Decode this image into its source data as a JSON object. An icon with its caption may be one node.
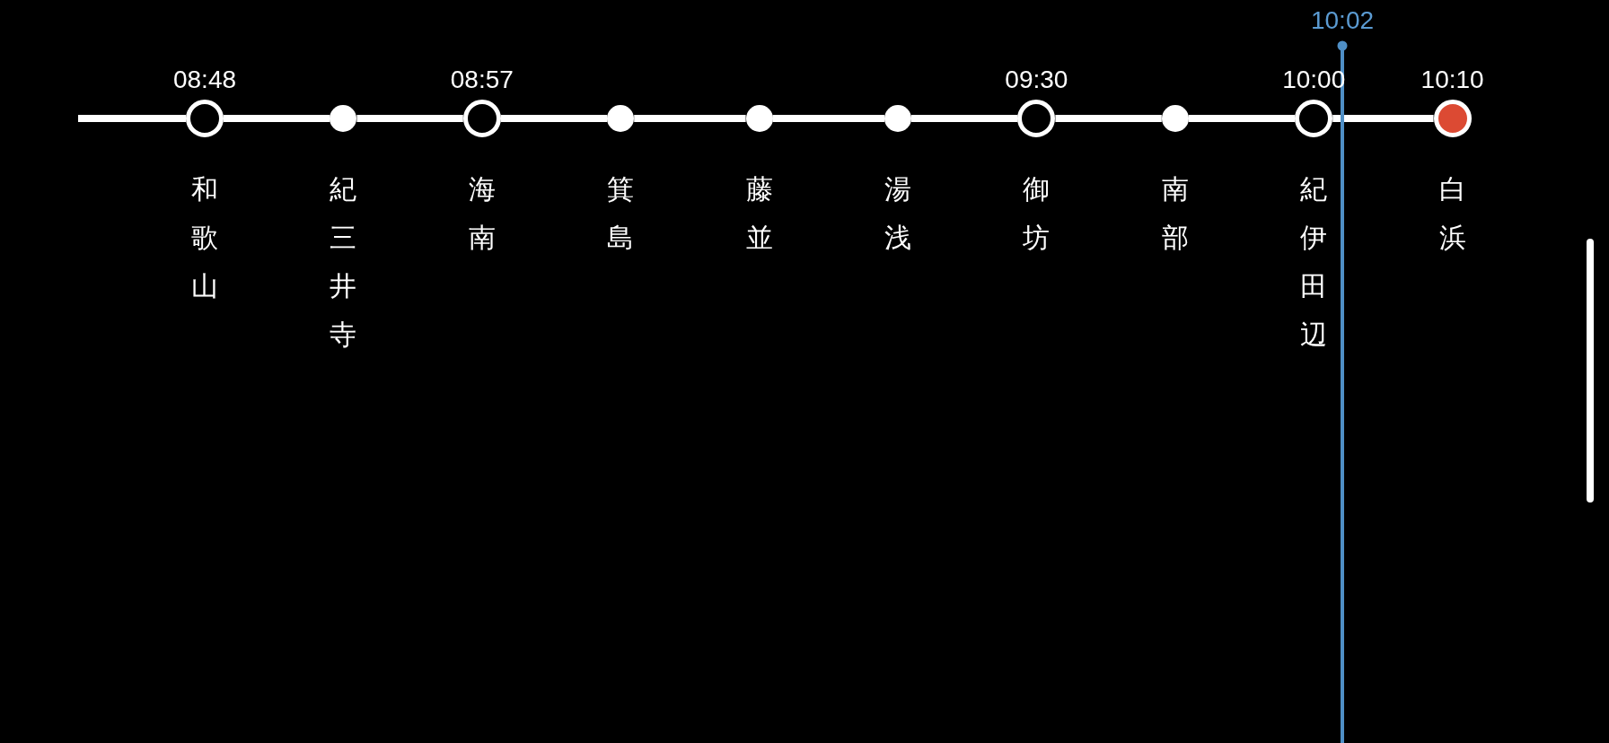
{
  "diagram": {
    "nodes": [
      {
        "text": [
          "和歌山"
        ],
        "beside": [
          "08:48"
        ]
      },
      {
        "text": [
          "紀三井寺"
        ]
      },
      {
        "text": [
          "海南"
        ],
        "beside": [
          "08:57"
        ]
      },
      {
        "text": [
          "箕島"
        ]
      },
      {
        "text": [
          "藤並"
        ]
      },
      {
        "text": [
          "湯浅"
        ]
      },
      {
        "text": [
          "御坊"
        ],
        "beside": [
          "09:30"
        ]
      },
      {
        "text": [
          "南部"
        ]
      },
      {
        "text": [
          "紀伊田辺"
        ],
        "beside": [
          "10:00"
        ]
      },
      {
        "text": [
          "白浜"
        ],
        "beside": [
          "10:10"
        ]
      }
    ],
    "edges": [
      {
        "from": null,
        "to": 0,
        "arrow": "none"
      },
      {
        "from": 0,
        "to": 1,
        "arrow": "none"
      },
      {
        "from": 1,
        "to": 2,
        "arrow": "none"
      },
      {
        "from": 2,
        "to": 3,
        "arrow": "none"
      },
      {
        "from": 3,
        "to": 4,
        "arrow": "none"
      },
      {
        "from": 4,
        "to": 5,
        "arrow": "none"
      },
      {
        "from": 5,
        "to": 6,
        "arrow": "none"
      },
      {
        "from": 6,
        "to": 7,
        "arrow": "none"
      },
      {
        "from": 7,
        "to": 8,
        "arrow": "none"
      },
      {
        "from": 8,
        "to": 9,
        "arrow": "none"
      }
    ],
    "labels": [
      "10:02"
    ]
  }
}
